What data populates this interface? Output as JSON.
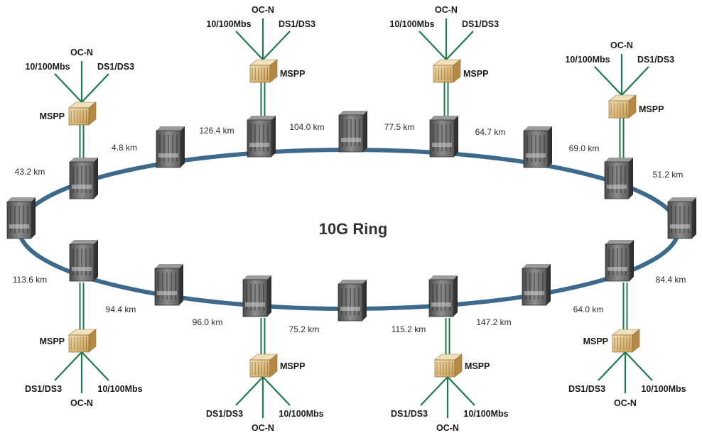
{
  "title": "10G Ring",
  "colors": {
    "ring": "#3d6a8c",
    "link": "#1e7a4e",
    "node_body": "#6a6a6a",
    "mspp_body": "#d9b77a"
  },
  "node_icon": "network-node-icon",
  "mspp_icon": "mspp-shelf-icon",
  "labels": {
    "mspp": "MSPP",
    "oc": "OC-N",
    "ds": "DS1/DS3",
    "eth": "10/100Mbs"
  },
  "distances": [
    "4.8 km",
    "126.4 km",
    "104.0 km",
    "77.5 km",
    "64.7 km",
    "69.0 km",
    "43.2 km",
    "51.2 km",
    "113.6 km",
    "84.4 km",
    "94.4 km",
    "96.0 km",
    "75.2 km",
    "115.2 km",
    "147.2 km",
    "64.0 km"
  ],
  "sites": [
    {
      "id": "site-1"
    },
    {
      "id": "site-2"
    },
    {
      "id": "site-3"
    },
    {
      "id": "site-4"
    },
    {
      "id": "site-5"
    },
    {
      "id": "site-6"
    },
    {
      "id": "site-7"
    },
    {
      "id": "site-8"
    }
  ]
}
